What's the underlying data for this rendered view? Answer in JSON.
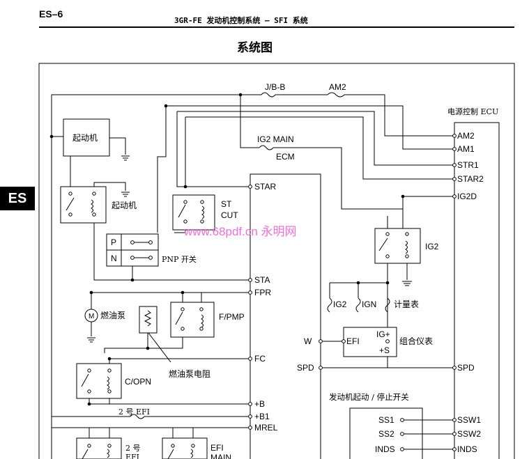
{
  "header": {
    "page_code": "ES–6",
    "running_title": "3GR-FE 发动机控制系统 – SFI 系统",
    "section_title": "系统图",
    "side_tab": "ES"
  },
  "watermark": "www.68pdf.cn 永明网",
  "fuses": {
    "jb": "J/B-B",
    "am2": "AM2",
    "ig2_main": "IG2 MAIN",
    "ecm_fuse": "ECM",
    "efi2": "2 号 EFI"
  },
  "power_ecu": {
    "title": "电源控制 ECU",
    "pins": [
      "AM2",
      "AM1",
      "STR1",
      "STAR2",
      "IG2D",
      "SPD",
      "SSW1",
      "SSW2",
      "INDS"
    ]
  },
  "ecm": {
    "pins": [
      "STAR",
      "STA",
      "FPR",
      "FC",
      "+B",
      "+B1",
      "MREL"
    ],
    "left_pins": [
      "W",
      "SPD"
    ]
  },
  "components": {
    "starter": "起动机",
    "starter_relay": "起动机",
    "st_cut": [
      "ST",
      "CUT"
    ],
    "pnp_switch": "PNP 开关",
    "pnp_p": "P",
    "pnp_n": "N",
    "fuel_pump": "燃油泵",
    "motor": "M",
    "fpmp": "F/PMP",
    "fuel_pump_resistor": "燃油泵电阻",
    "copn": "C/OPN",
    "relay_2efi": [
      "2 号",
      "EFI"
    ],
    "relay_efi_main": [
      "EFI",
      "MAIN"
    ],
    "ig2_relay": "IG2",
    "fuse_ig2": "IG2",
    "fuse_ign": "IGN",
    "fuse_gauge": "计量表",
    "combo_meter": "组合仪表",
    "meter_pins": [
      "IG+",
      "EFI",
      "+S"
    ],
    "engine_switch": "发动机起动 / 停止开关",
    "switch_pins": [
      "SS1",
      "SS2",
      "INDS"
    ]
  }
}
